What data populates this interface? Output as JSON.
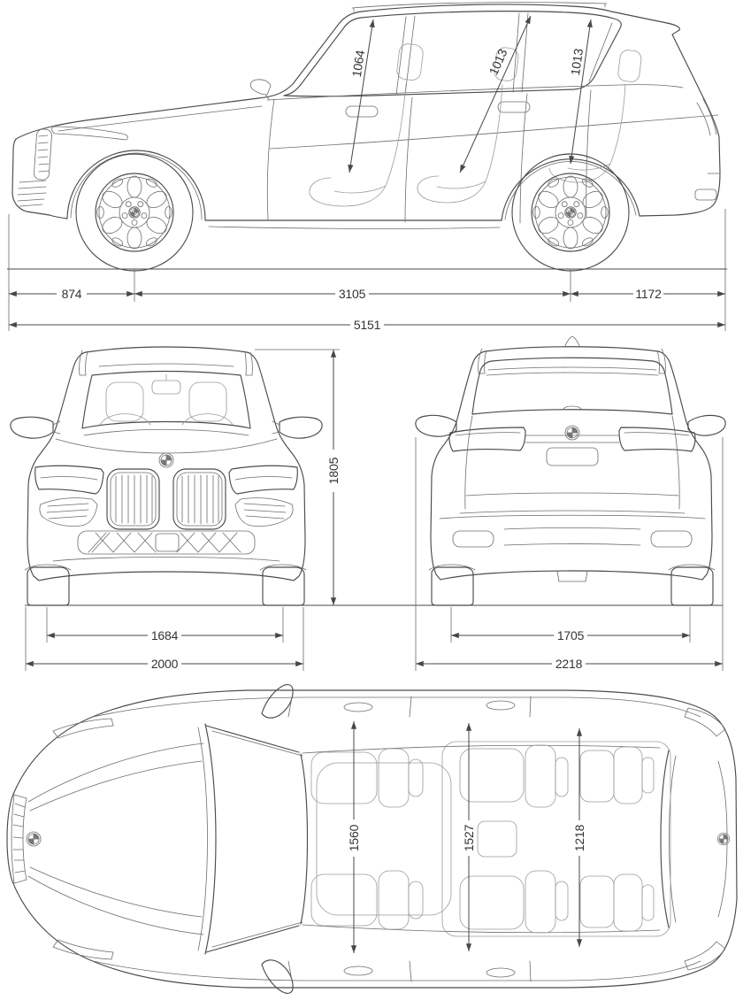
{
  "drawing": {
    "line_color": "#4a4a4a",
    "text_color": "#333333",
    "background": "#ffffff",
    "logo_icon": "bmw-roundel-icon"
  },
  "dims": {
    "side": {
      "headroom_front": "1064",
      "headroom_middle": "1013",
      "headroom_rear": "1013",
      "front_overhang": "874",
      "wheelbase": "3105",
      "rear_overhang": "1172",
      "overall_length": "5151"
    },
    "front": {
      "overall_height": "1805",
      "track_front": "1684",
      "width": "2000"
    },
    "rear": {
      "track_rear": "1705",
      "width_incl_mirrors": "2218"
    },
    "top": {
      "interior_width_front": "1560",
      "interior_width_middle": "1527",
      "interior_width_rear": "1218"
    }
  }
}
